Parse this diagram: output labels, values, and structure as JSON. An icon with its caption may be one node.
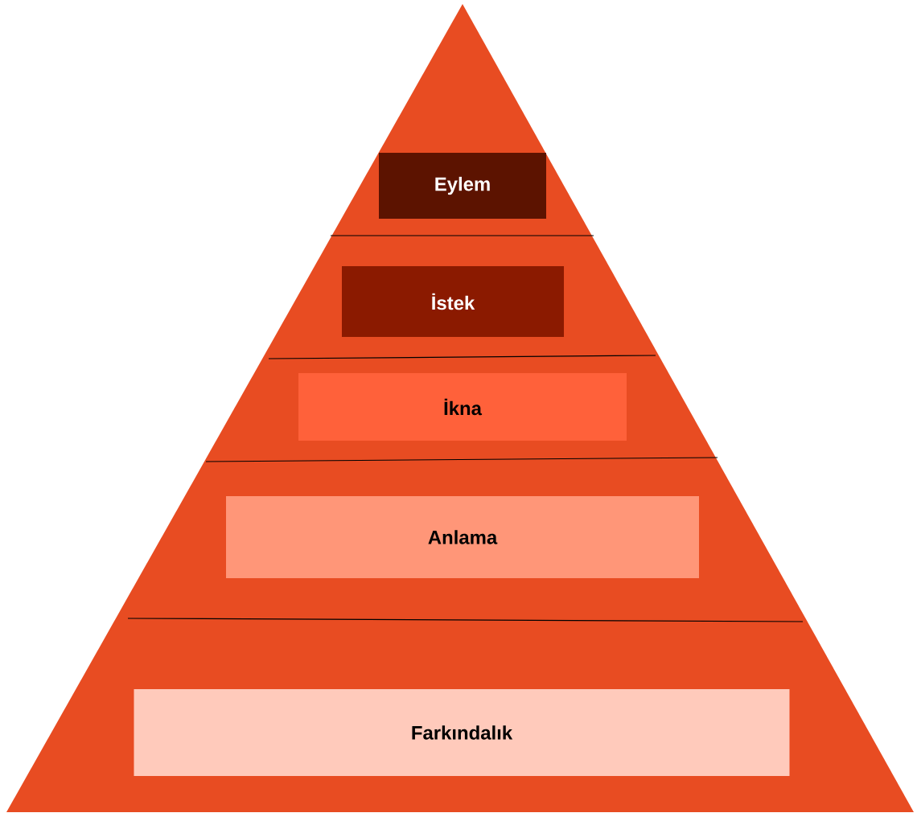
{
  "diagram": {
    "nodes": [
      {
        "text": [],
        "shape": "triangle"
      },
      {
        "text": [
          "Eylem"
        ],
        "in": 0
      },
      {
        "text": [
          "İstek"
        ],
        "in": 0
      },
      {
        "text": [
          "İkna"
        ],
        "in": 0
      },
      {
        "text": [
          "Anlama"
        ],
        "in": 0
      },
      {
        "text": [
          "Farkındalık"
        ],
        "in": 0
      }
    ]
  }
}
